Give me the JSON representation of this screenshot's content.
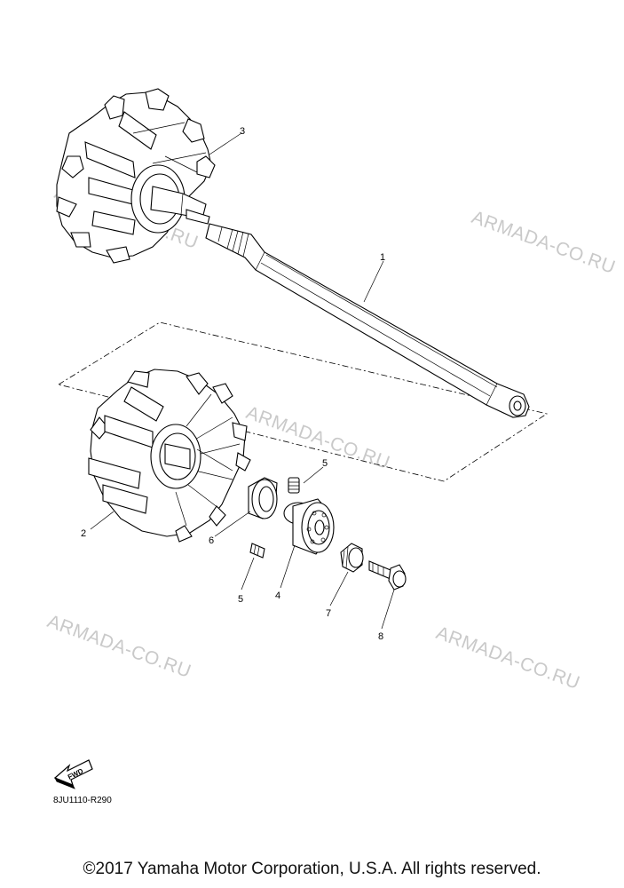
{
  "callouts": {
    "c1": "1",
    "c2": "2",
    "c3": "3",
    "c4": "4",
    "c5a": "5",
    "c5b": "5",
    "c6": "6",
    "c7": "7",
    "c8": "8"
  },
  "watermarks": {
    "w1": "ARMADA-CO.RU",
    "w2": "ARMADA-CO.RU",
    "w3": "ARMADA-CO.RU",
    "w4": "ARMADA-CO.RU",
    "w5": "ARMADA-CO.RU"
  },
  "fwd_label": "FWD",
  "diagram_code": "8JU1110-R290",
  "copyright": "©2017 Yamaha Motor Corporation, U.S.A. All rights reserved."
}
